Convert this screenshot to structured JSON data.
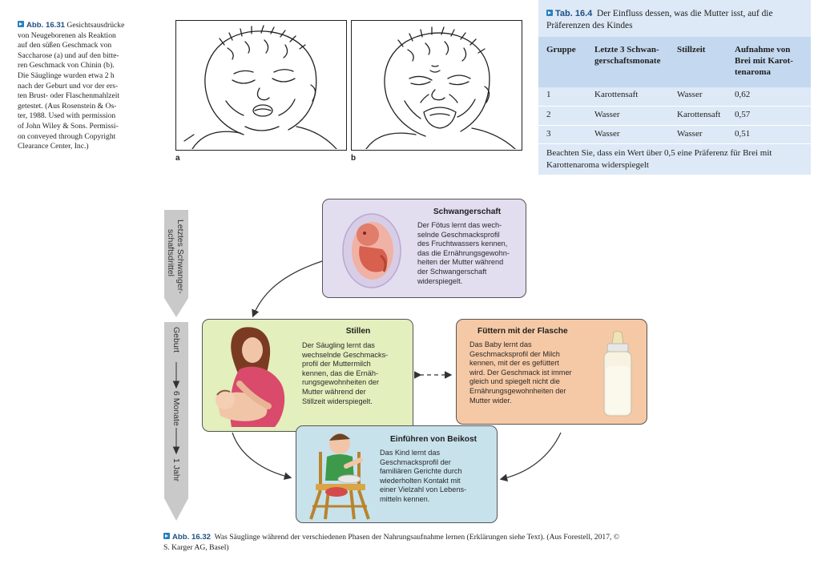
{
  "fig31": {
    "label": "Abb. 16.31",
    "lines": [
      "Gesichtsausdrücke",
      "von Neugeborenen als Reaktion",
      "auf den süßen Geschmack von",
      "Saccharose (a) und auf den bitte-",
      "ren Geschmack von Chinin (b).",
      "Die Säuglinge wurden etwa 2 h",
      "nach der Geburt und vor der ers-",
      "ten Brust- oder Flaschenmahlzeit",
      "getestet. (Aus Rosenstein & Os-",
      "ter, 1988. Used with permission",
      "of John Wiley & Sons. Permissi-",
      "on conveyed through Copyright",
      "Clearance Center, Inc.)"
    ],
    "panel_a": "a",
    "panel_b": "b"
  },
  "tab164": {
    "label": "Tab. 16.4",
    "title_line1": "Der Einfluss dessen, was die Mutter isst, auf die",
    "title_line2": "Präferenzen des Kindes",
    "headers": {
      "group": "Gruppe",
      "last_trimester_1": "Letzte 3 Schwan-",
      "last_trimester_2": "gerschaftsmonate",
      "breastfeeding": "Stillzeit",
      "intake_1": "Aufnahme von",
      "intake_2": "Brei mit Karot-",
      "intake_3": "tenaroma"
    },
    "rows": [
      {
        "group": "1",
        "pregnancy": "Karottensaft",
        "breastfeeding": "Wasser",
        "intake": "0,62"
      },
      {
        "group": "2",
        "pregnancy": "Wasser",
        "breastfeeding": "Karottensaft",
        "intake": "0,57"
      },
      {
        "group": "3",
        "pregnancy": "Wasser",
        "breastfeeding": "Wasser",
        "intake": "0,51"
      }
    ],
    "note_line1": "Beachten Sie, dass ein Wert über 0,5 eine Präferenz für Brei mit",
    "note_line2": "Karottenaroma widerspiegelt"
  },
  "fig32": {
    "timeline": {
      "top_label_1": "Letztes Schwanger-",
      "top_label_2": "schaftsdrittel",
      "birth": "Geburt",
      "six_months": "6 Monate",
      "one_year": "1 Jahr"
    },
    "pregnancy": {
      "title": "Schwangerschaft",
      "lines": [
        "Der Fötus lernt das wech-",
        "selnde Geschmacksprofil",
        "des Fruchtwassers kennen,",
        "das die Ernährungsgewohn-",
        "heiten der Mutter während",
        "der Schwangerschaft",
        "widerspiegelt."
      ]
    },
    "breastfeeding": {
      "title": "Stillen",
      "lines": [
        "Der Säugling lernt das",
        "wechselnde Geschmacks-",
        "profil der Muttermilch",
        "kennen, das die Ernäh-",
        "rungsgewohnheiten der",
        "Mutter während der",
        "Stillzeit widerspiegelt."
      ]
    },
    "bottle": {
      "title": "Füttern mit der Flasche",
      "lines": [
        "Das Baby lernt das",
        "Geschmacksprofil der Milch",
        "kennen, mit der es gefüttert",
        "wird. Der Geschmack ist immer",
        "gleich und spiegelt nicht die",
        "Ernährungsgewohnheiten der",
        "Mutter wider."
      ]
    },
    "solid": {
      "title": "Einführen von Beikost",
      "lines": [
        "Das Kind lernt das",
        "Geschmacksprofil der",
        "familiären Gerichte durch",
        "wiederholten Kontakt mit",
        "einer Vielzahl von Lebens-",
        "mitteln kennen."
      ]
    },
    "caption": {
      "label": "Abb. 16.32",
      "line1": "Was Säuglinge während der verschiedenen Phasen der Nahrungsaufnahme lernen (Erklärungen siehe Text). (Aus Forestell, 2017, ©",
      "line2": "S. Karger AG, Basel)"
    }
  },
  "colors": {
    "accent_blue": "#2a7fc0",
    "table_bg": "#dde9f6",
    "table_header": "#c4d9ef",
    "pregnancy_box": "#e2ddef",
    "breast_box": "#e3efbd",
    "bottle_box": "#f6c9a6",
    "solid_box": "#c8e2ec"
  }
}
